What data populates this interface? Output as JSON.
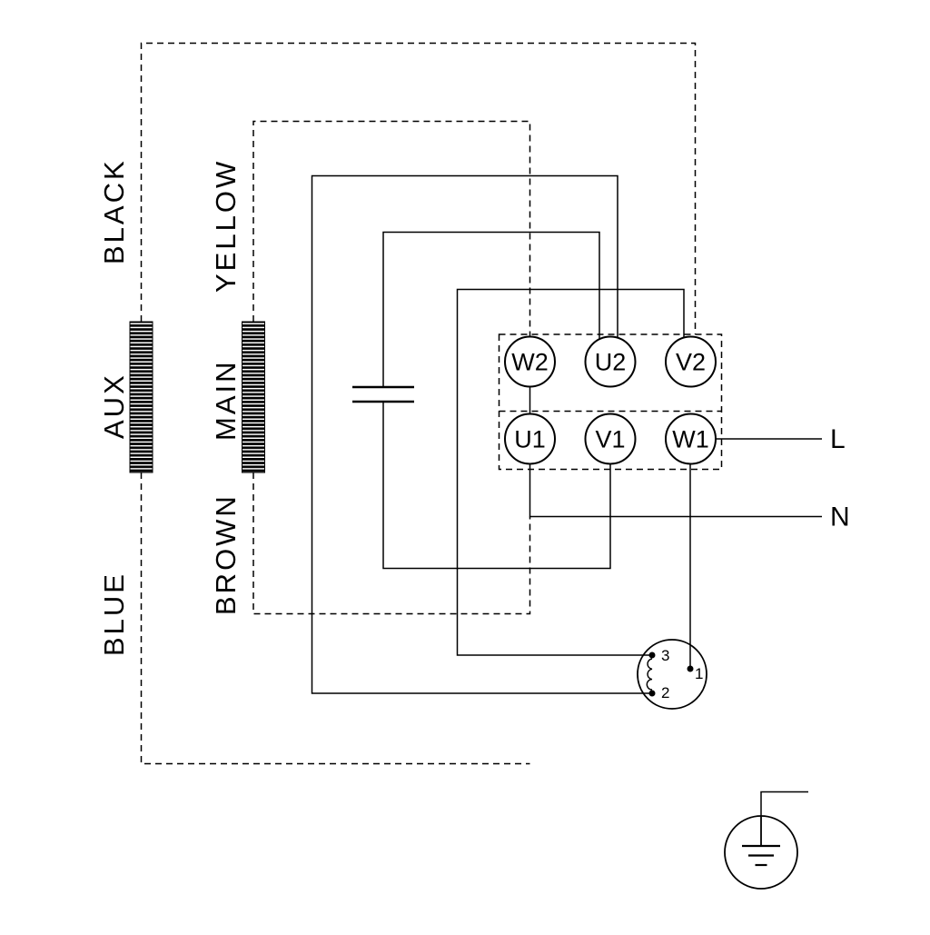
{
  "diagram": {
    "wire_labels": {
      "black": "BLACK",
      "yellow": "YELLOW",
      "aux": "AUX",
      "main": "MAIN",
      "brown": "BROWN",
      "blue": "BLUE"
    },
    "terminals": {
      "w2": "W2",
      "u2": "U2",
      "v2": "V2",
      "u1": "U1",
      "v1": "V1",
      "w1": "W1"
    },
    "supply": {
      "line": "L",
      "neutral": "N"
    },
    "thermal_protector": {
      "pin3": "3",
      "pin2": "2",
      "pin1": "1"
    },
    "colors": {
      "stroke": "#000000",
      "background": "#ffffff"
    }
  }
}
